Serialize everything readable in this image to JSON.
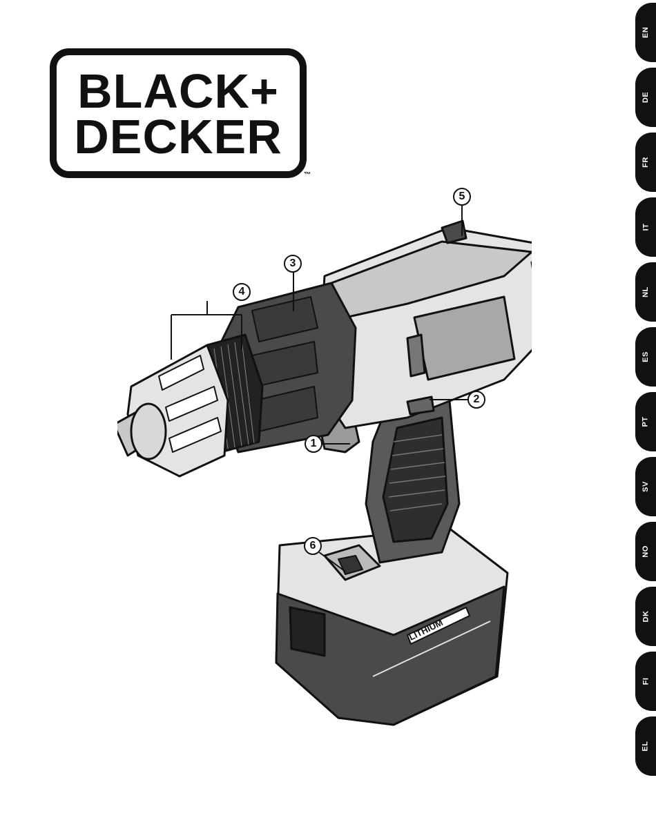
{
  "brand": {
    "line1": "BLACK+",
    "line2": "DECKER",
    "trademark": "™"
  },
  "callouts": [
    {
      "number": "1"
    },
    {
      "number": "2"
    },
    {
      "number": "3"
    },
    {
      "number": "4"
    },
    {
      "number": "5"
    },
    {
      "number": "6"
    }
  ],
  "battery_label": "LITHIUM",
  "languages": [
    "EN",
    "DE",
    "FR",
    "IT",
    "NL",
    "ES",
    "PT",
    "SV",
    "NO",
    "DK",
    "FI",
    "EL"
  ],
  "colors": {
    "ink": "#111111",
    "light_grey": "#e4e4e4",
    "mid_grey": "#a8a8a8",
    "dark_grey": "#4a4a4a"
  }
}
